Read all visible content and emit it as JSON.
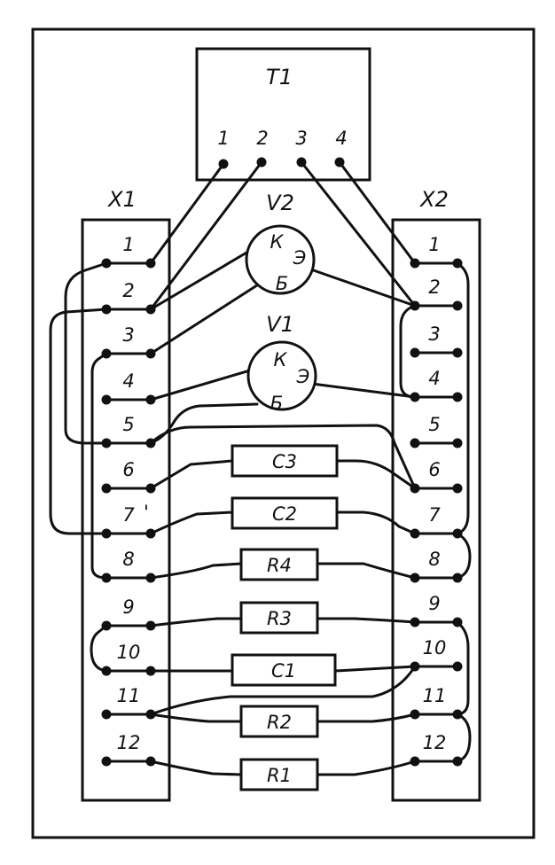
{
  "transformer": {
    "label": "T1",
    "pins": [
      "1",
      "2",
      "3",
      "4"
    ]
  },
  "connector_left": {
    "label": "X1",
    "pins": [
      "1",
      "2",
      "3",
      "4",
      "5",
      "6",
      "7",
      "8",
      "9",
      "10",
      "11",
      "12"
    ]
  },
  "connector_right": {
    "label": "X2",
    "pins": [
      "1",
      "2",
      "3",
      "4",
      "5",
      "6",
      "7",
      "8",
      "9",
      "10",
      "11",
      "12"
    ]
  },
  "transistors": [
    {
      "label": "V2",
      "k": "К",
      "e": "Э",
      "b": "Б"
    },
    {
      "label": "V1",
      "k": "К",
      "e": "Э",
      "b": "Б"
    }
  ],
  "components": [
    "C3",
    "C2",
    "R4",
    "R3",
    "C1",
    "R2",
    "R1"
  ],
  "stray_mark": "'"
}
